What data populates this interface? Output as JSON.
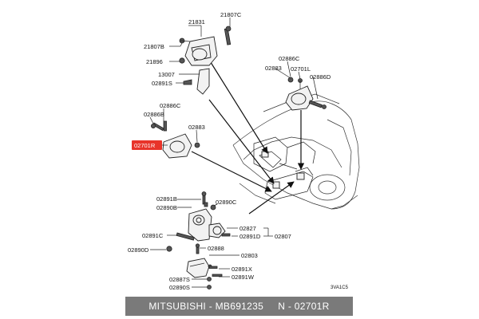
{
  "labels": {
    "p21831": "21831",
    "p21807c": "21807C",
    "p21807b": "21807B",
    "p21896": "21896",
    "p13007": "13007",
    "p02891s": "02891S",
    "p02886c_top": "02886C",
    "p02883_top": "02883",
    "p02701l": "02701L",
    "p02886d": "02886D",
    "p02886c_mid": "02886C",
    "p02886b": "02886B",
    "p02883_mid": "02883",
    "p02701r": "02701R",
    "p02891b": "02891B",
    "p02890b": "02890B",
    "p02890c": "02890C",
    "p02827": "02827",
    "p02891d": "02891D",
    "p02807": "02807",
    "p02891c": "02891C",
    "p02888": "02888",
    "p02803": "02803",
    "p02890d": "02890D",
    "p02891x": "02891X",
    "p02887s": "02887S",
    "p02891w": "02891W",
    "p02890s": "02890S",
    "code": "3VA1C5"
  },
  "footer": {
    "text": "MITSUBISHI - MB691235     N - 02701R"
  },
  "colors": {
    "highlight": "#e8342a",
    "footer_bg": "#7a7a7a"
  }
}
